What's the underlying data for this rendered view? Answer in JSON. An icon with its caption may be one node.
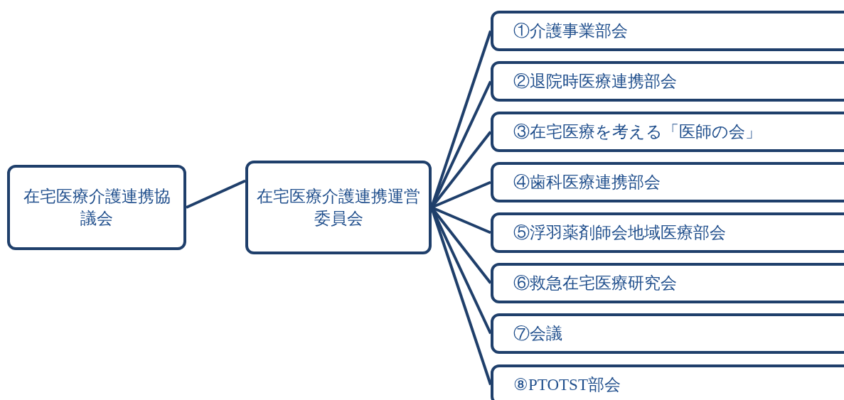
{
  "diagram": {
    "nodes": [
      {
        "text": [
          "在宅医療介護連携協議会"
        ]
      },
      {
        "text": [
          "在宅医療介護連携運営委員会"
        ]
      },
      {
        "text": [
          "①介護事業部会"
        ]
      },
      {
        "text": [
          "②退院時医療連携部会"
        ]
      },
      {
        "text": [
          "③在宅医療を考える「医師の会」"
        ]
      },
      {
        "text": [
          "④歯科医療連携部会"
        ]
      },
      {
        "text": [
          "⑤浮羽薬剤師会地域医療部会"
        ]
      },
      {
        "text": [
          "⑥救急在宅医療研究会"
        ]
      },
      {
        "text": [
          "⑦会議"
        ]
      },
      {
        "text": [
          "⑧PTOTST部会"
        ]
      }
    ],
    "edges": [
      {
        "from": 0,
        "to": 1,
        "arrow": "none"
      },
      {
        "from": 1,
        "to": 2,
        "arrow": "none"
      },
      {
        "from": 1,
        "to": 3,
        "arrow": "none"
      },
      {
        "from": 1,
        "to": 4,
        "arrow": "none"
      },
      {
        "from": 1,
        "to": 5,
        "arrow": "none"
      },
      {
        "from": 1,
        "to": 6,
        "arrow": "none"
      },
      {
        "from": 1,
        "to": 7,
        "arrow": "none"
      },
      {
        "from": 1,
        "to": 8,
        "arrow": "none"
      },
      {
        "from": 1,
        "to": 9,
        "arrow": "none"
      }
    ]
  }
}
